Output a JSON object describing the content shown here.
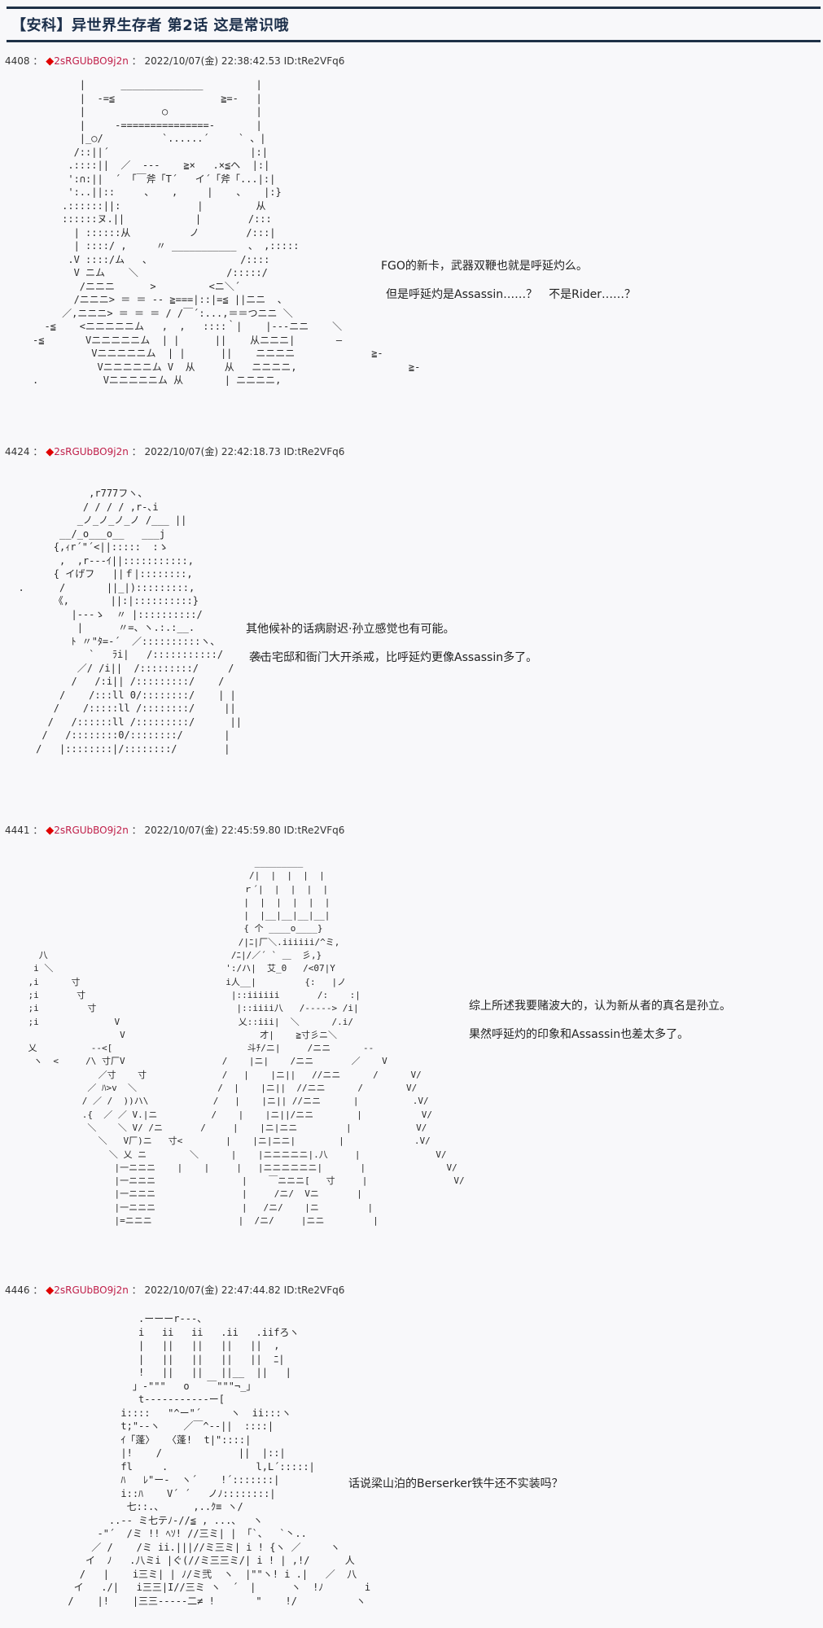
{
  "page": {
    "title": "【安科】异世界生存者 第2话 这是常识哦"
  },
  "colors": {
    "title_text": "#1c2f4a",
    "title_rule": "#1e3046",
    "trip_diamond": "#e00000",
    "trip_text": "#c0204a",
    "background": "#f8f8fa"
  },
  "posts": [
    {
      "number": "4408",
      "separator": "：",
      "diamond": "◆",
      "trip": "2sRGUbBO9j2n",
      "date": "2022/10/07(金) 22:38:42.53",
      "id": "ID:tRe2VFq6",
      "comments": [
        "FGO的新卡，武器双鞭也就是呼延灼么。",
        "但是呼延灼是Assassin……？　不是Rider……？"
      ]
    },
    {
      "number": "4424",
      "separator": "：",
      "diamond": "◆",
      "trip": "2sRGUbBO9j2n",
      "date": "2022/10/07(金) 22:42:18.73",
      "id": "ID:tRe2VFq6",
      "comments": [
        "其他候补的话病尉迟·孙立感觉也有可能。",
        "袭击宅邸和衙门大开杀戒，比呼延灼更像Assassin多了。"
      ]
    },
    {
      "number": "4441",
      "separator": "：",
      "diamond": "◆",
      "trip": "2sRGUbBO9j2n",
      "date": "2022/10/07(金) 22:45:59.80",
      "id": "ID:tRe2VFq6",
      "comments": [
        "综上所述我要赌波大的，认为新从者的真名是孙立。",
        "果然呼延灼的印象和Assassin也差太多了。"
      ]
    },
    {
      "number": "4446",
      "separator": "：",
      "diamond": "◆",
      "trip": "2sRGUbBO9j2n",
      "date": "2022/10/07(金) 22:47:44.82",
      "id": "ID:tRe2VFq6",
      "comments": [
        "话说梁山泊的Berserker铁牛还不实装吗？"
      ]
    }
  ],
  "ascii_art": [
    "        |      ______________         |\n        |  -=≦                  ≧=-   |\n        |             ○               |\n        |     -===============-       |\n        |_○/          `......´     ` 、|\n       /::||´                        |:|\n      .::::||  ／  ---    ≧×   .×≦ヘ  |:|\n      ':∩:||  ´ 「￣斧「T´   イ´「斧「...|:|\n      ':..||::     、   ,     |    、   |:}\n     .::::::||:             |         从\n     ::::::ヌ.||            |        /:::\n       | ::::::从          ノ        /:::|\n       | ::::/ ,     〃 ___________  、 ,:::::\n      .V ::::/ム   、               /::::\n       V ニム    ＼               /:::::/\n        /ニニニ      >         <ニ＼´\n       /ニニニ> ＝ ＝ -- ≧===|::|=≦ ||ニニ  、\n     ／,ニニニ> ＝ ＝ ＝ / /￣´:...,＝＝つニニ ＼\n  -≦    <ニニニニニム   ,  ,   ::::｀|    |---ニニ    ＼\n-≦       Vニニニニニム  | |      ||    从ニニニ|       ―\n          Vニニニニニム  | |      ||    ニニニニ             ≧-\n           Vニニニニニム V  从     从   ニニニニ,                   ≧-\n.           Vニニニニニム 从       | ニニニニ,",
    "              ,r777フヽ、\n             / / / / ,r-､i\n            _ノ_ノ_ノ_ノ /___ ||\n         __/_o___o__   ___j\n        {,ｨr´\"´<||:::::  :ゝ\n         ,  ,r---ｲ||:::::::::::,\n        { イげフ   ||ｆ|::::::::,\n  .      /       ||_|):::::::::,\n        《,       ||:|::::::::::}\n           |---ゝ  〃 |::::::::::/\n            |      〃=、ヽ.:.:__.\n           ﾄ 〃\"ﾀ=-´  ／::::::::::ヽ、\n              `   ﾗi|   /:::::::::::/      ,\n            ／/ /i||  /:::::::::/     /\n           /   /:i|| /:::::::::/    /\n         /    /:::ll 0/::::::::/    | |\n        /    /:::::ll /::::::::/     ||\n       /   /::::::ll /:::::::::/      ||\n      /   /::::::::0/::::::::/       |\n     /   |::::::::|/::::::::/        |",
    "                                              _________\n                                             /|  |  |  |  |\n                                            ｒ´|  |  |  |  |\n                                            |  |  |  |  |  |\n                                            |  |__|__|__|__|\n                                            { 个 ____o____}\n                                           /|ﾆ|厂＼.iiiiii/^ミ,\n      八                                  /ﾆ|/／´ ` ＿  彡,}\n     i ＼                                ':/ハ|  艾_0   /<07|Y\n    ,i      寸                           i人__|         {:   |ノ\n    ;i       寸                           |::iiiiii       /:    :|\n    ;i         寸                          |::iiii八   /-----> /i|\n    ;i              V                      乂::iii|  ＼      /.i/\n                     V                         才|    ≧寸彡ニ＼\n    乂          --<[                         斗ﾁ/ニ|     /ニニ      --\n     ヽ  <     /\\ 寸厂V                  /    |ニ|    /ニニ       ／    V\n                 ／寸    寸              /   |    |ニ||   //ニニ      /      V/\n               ／ ﾊ>v  ＼               /  |    |ニ||  //ニニ      /        V/\n              / ／ /  ))ハ\\            /   |    |ニ|| //ニニ      |          .V/\n              .{  ／ ／ V.|ニ          /    |    |ニ||/ニニ        |           V/\n               ＼    ＼ V/ /ニ       /     |    |ニ|ニニ         |            V/\n                 ＼   V厂)ニ   寸<        |    |ニ|ニニ|        |             .V/\n                   ＼ 乂 ニ        ＼      |    |ニニニニニ|.八     |              V/\n                    |一ニニニ    |    |     |   |ニニニニニニ|       |               V/\n                    |一ニニニ                |    ￣ニニニ[   寸     |                V/\n                    |一ニニニ                |     /ニ/  Vニ       |\n                    |一ニニニ                |   /ニ/    |ニ         |\n                    |=ニニニ                |  /ニ/     |ニニ         |",
    "                  .ーーーr---、\n                  i   ii   ii   .ii   .iifろヽ\n                  |   ||   ||   ||   ||  ,\n                  |   ||   ||   ||   ||  ﾆ|\n                  !   ||   ||   ||__  ||   |\n                 」-\"\"\"   o   ￣\"\"\"¬_」\n                  t-----------ー[\n               i::::   \"^ー\"´     ヽ  ii:::ヽ\n               t;\"--ヽ    ／￣^--||  ::::|\n               ｲ「蓬〉  〈蓬!  t|\"::::|\n               |!    /             ||  |::|\n               fl     .               l,L´:::::|\n               ﾊ   ﾚ\"ー-  ヽ´    !´:::::::|\n               i::ﾊ    V´ ´   ノﾉ::::::::|\n                七::.、     ,..ｸ≡ ヽ/\n             ..-- ミ七テﾉ-//≦ , ...、  ヽ\n           -\"´  /ミ !! ﾍｿ! //三ミ| | 「`、  `丶..\n          ／ /    /ミ ii.|||//ミ三ミ| i ! {ヽ ／     ヽ\n         イ  ﾉ   .八ミi |ぐ(//ミ三三ミ/| i ! | ,!/      人\n        /   |    i三ミ| | ﾉ/ミ弐  ヽ  |\"\"ヽ! i .|   ／  八\n       イ   ./|   i三三|I//三ミ ヽ  ´  |      ヽ  !ﾉ       i\n      /    |!    |三三-----二≠ !       \"    !/          ヽ"
  ]
}
